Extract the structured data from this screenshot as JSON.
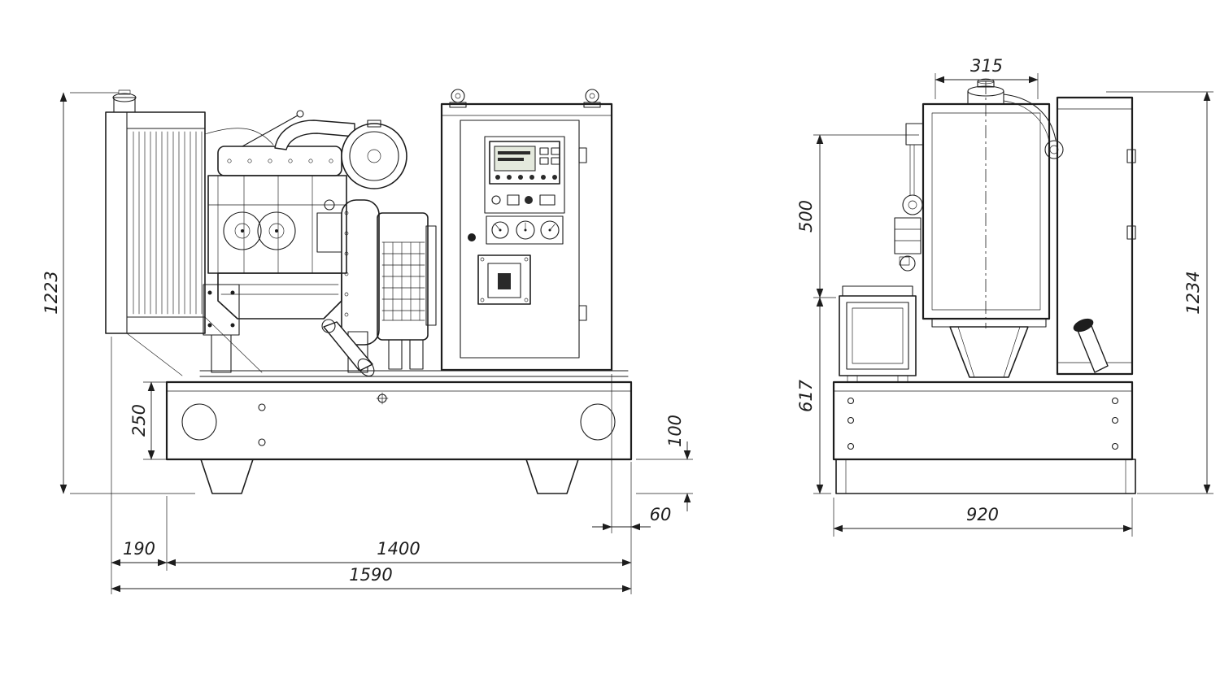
{
  "colors": {
    "line": "#1d1d1d",
    "background": "#ffffff"
  },
  "dimensions": {
    "side_view": {
      "overall_height": "1223",
      "base_frame_height": "250",
      "front_overhang": "190",
      "base_length": "1400",
      "overall_length": "1590",
      "rear_overhang": "60",
      "foot_height": "100"
    },
    "end_view": {
      "radiator_width": "315",
      "upper_section_height": "500",
      "lower_section_height": "617",
      "overall_height": "1234",
      "base_width": "920"
    }
  }
}
